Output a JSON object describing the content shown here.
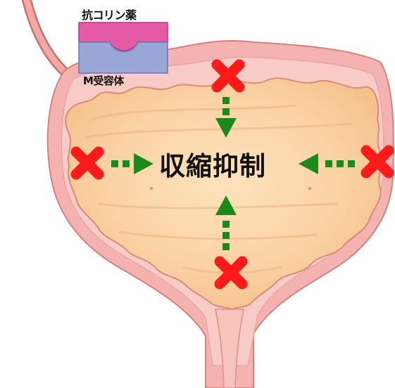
{
  "labels": {
    "drug": "抗コリン薬",
    "receptor": "M受容体",
    "center": "収縮抑制"
  },
  "inhibition_points": [
    "top",
    "left",
    "right",
    "bottom"
  ],
  "colors": {
    "bladder_outer": "#efa3a6",
    "bladder_wall": "#f6c3c0",
    "bladder_inner": "#fbd4a6",
    "drug": "#e85aa8",
    "receptor": "#9aa6d9",
    "cross": "#ff1a1a",
    "arrow": "#1a8a1a"
  },
  "icons": {
    "cross": "x-mark-icon",
    "arrow": "arrow-icon"
  }
}
